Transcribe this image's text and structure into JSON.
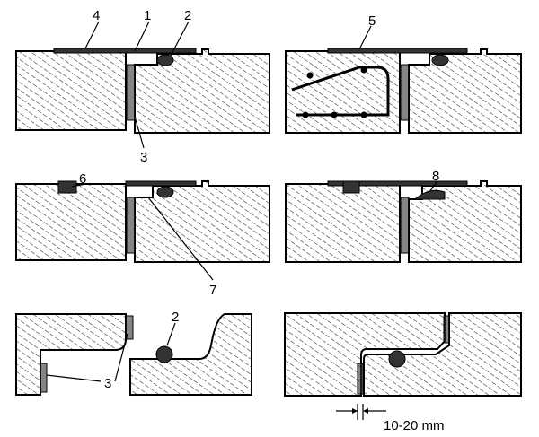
{
  "figure": {
    "labels": {
      "p1_4": "4",
      "p1_1": "1",
      "p1_2": "2",
      "p1_3": "3",
      "p2_5": "5",
      "p3_6": "6",
      "p3_7": "7",
      "p4_8": "8",
      "p5_2": "2",
      "p5_3": "3"
    },
    "dimension": "10-20 mm"
  }
}
